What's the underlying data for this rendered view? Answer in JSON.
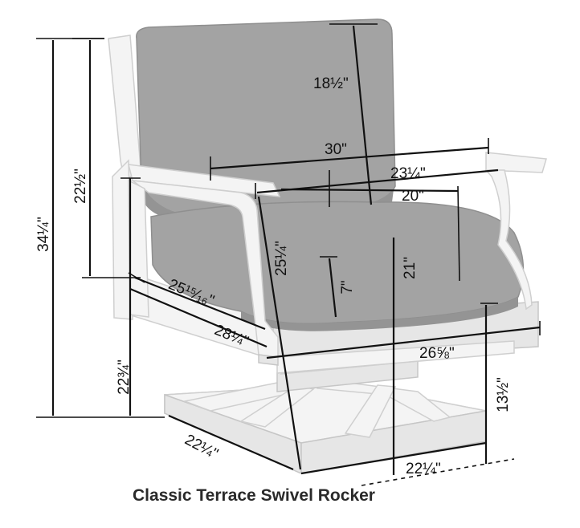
{
  "caption": "Classic Terrace Swivel Rocker",
  "colors": {
    "frame": "#f4f4f4",
    "cushion": "#a3a3a3",
    "lines": "#111111"
  },
  "dimensions": {
    "overall_height": "34¼\"",
    "back_height": "22½\"",
    "back_cushion_height": "18½\"",
    "overall_width": "30\"",
    "width_between_arms": "23¼\"",
    "seat_depth": "20\"",
    "seat_cushion_thickness": "7\"",
    "seat_back_depth": "25¼\"",
    "front_height_to_seat": "21\"",
    "seat_side_depth": "25¹⁵⁄₁₆\"",
    "overall_depth": "28¼\"",
    "seat_front_width": "26⅝\"",
    "arm_height": "22¾\"",
    "seat_height": "13½\"",
    "base_depth": "22¼\"",
    "base_width": "22¼\""
  }
}
